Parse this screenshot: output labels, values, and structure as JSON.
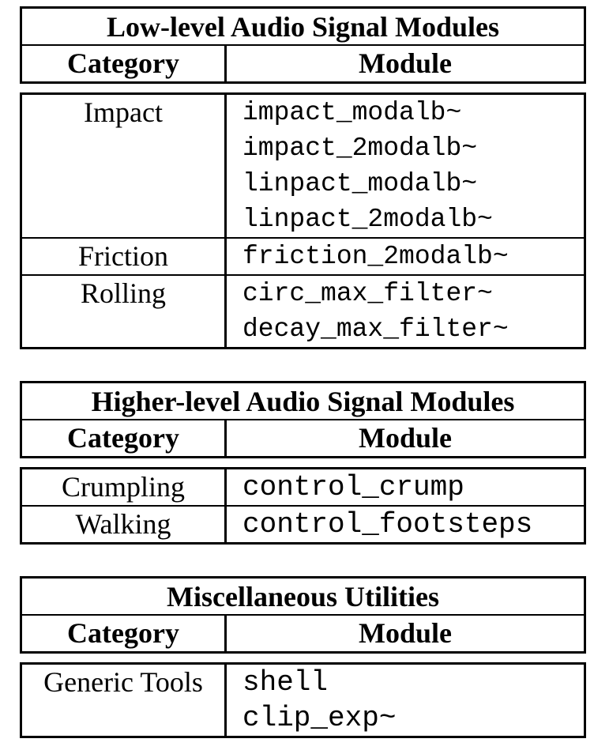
{
  "page": {
    "background": "#ffffff",
    "text_color": "#000000",
    "border_color": "#000000"
  },
  "tables": [
    {
      "title": "Low-level Audio Signal Modules",
      "columns": [
        "Category",
        "Module"
      ],
      "rows": [
        {
          "category": "Impact",
          "modules": [
            "impact_modalb~",
            "impact_2modalb~",
            "linpact_modalb~",
            "linpact_2modalb~"
          ]
        },
        {
          "category": "Friction",
          "modules": [
            "friction_2modalb~"
          ]
        },
        {
          "category": "Rolling",
          "modules": [
            "circ_max_filter~",
            "decay_max_filter~"
          ]
        }
      ]
    },
    {
      "title": "Higher-level Audio Signal Modules",
      "columns": [
        "Category",
        "Module"
      ],
      "rows": [
        {
          "category": "Crumpling",
          "modules": [
            "control_crump"
          ]
        },
        {
          "category": "Walking",
          "modules": [
            "control_footsteps"
          ]
        }
      ]
    },
    {
      "title": "Miscellaneous Utilities",
      "columns": [
        "Category",
        "Module"
      ],
      "rows": [
        {
          "category": "Generic Tools",
          "modules": [
            "shell",
            "clip_exp~"
          ]
        }
      ]
    }
  ]
}
